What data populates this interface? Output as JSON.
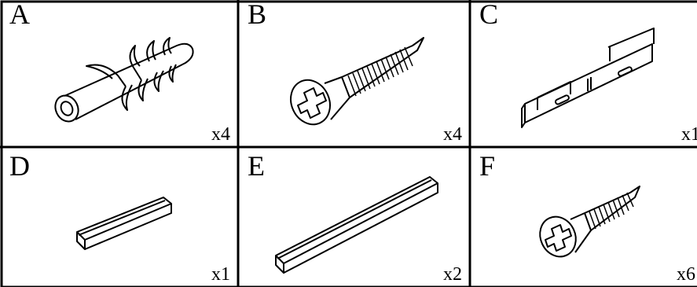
{
  "parts": [
    {
      "letter": "A",
      "quantity": "x4",
      "icon": "wall-plug-anchor-icon"
    },
    {
      "letter": "B",
      "quantity": "x4",
      "icon": "countersunk-screw-icon"
    },
    {
      "letter": "C",
      "quantity": "x1",
      "icon": "mounting-bracket-icon"
    },
    {
      "letter": "D",
      "quantity": "x1",
      "icon": "short-channel-strip-icon"
    },
    {
      "letter": "E",
      "quantity": "x2",
      "icon": "long-channel-strip-icon"
    },
    {
      "letter": "F",
      "quantity": "x6",
      "icon": "short-screw-icon"
    }
  ]
}
